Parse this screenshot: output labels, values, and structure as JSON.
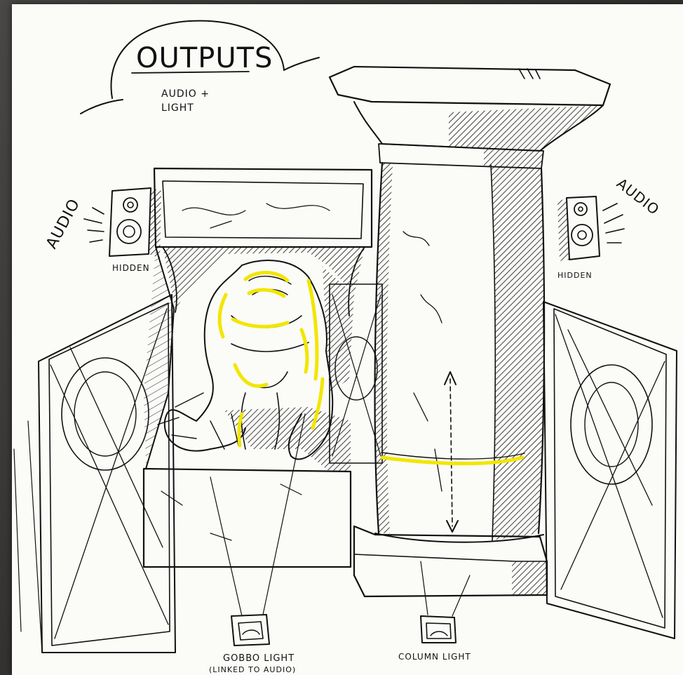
{
  "title": "OUTPUTS",
  "subtitle_line1": "AUDIO +",
  "subtitle_line2": "LIGHT",
  "left_audio": {
    "label": "AUDIO",
    "note": "HIDDEN"
  },
  "right_audio": {
    "label": "AUDIO",
    "note": "HIDDEN"
  },
  "gobbo_light": {
    "label": "GOBBO LIGHT",
    "sublabel": "(LINKED TO AUDIO)"
  },
  "column_light": {
    "label": "COLUMN LIGHT"
  },
  "colors": {
    "highlight": "#f2e600",
    "ink": "#111111",
    "paper": "#fbfbf8"
  }
}
